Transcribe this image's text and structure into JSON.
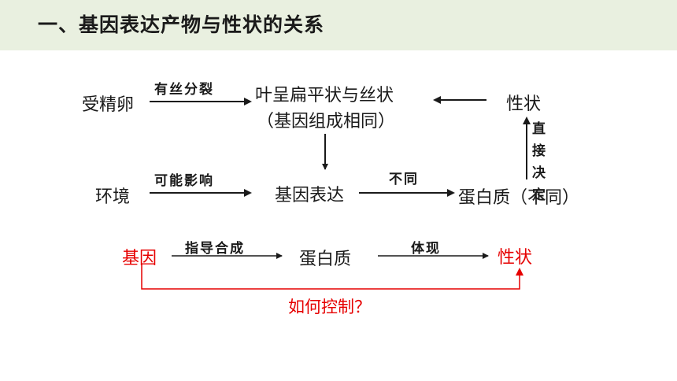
{
  "header": {
    "title": "一、基因表达产物与性状的关系",
    "bg_color": "#e9f0e0"
  },
  "diagram": {
    "nodes": {
      "fertilized_egg": "受精卵",
      "leaf_shapes": "叶呈扁平状与丝状",
      "same_genes": "（基因组成相同）",
      "trait_top": "性状",
      "environment": "环境",
      "gene_expression": "基因表达",
      "protein_different": "蛋白质（不同）"
    },
    "edges": {
      "mitosis": "有丝分裂",
      "may_influence": "可能影响",
      "different": "不同",
      "direct_determine": "直接决定"
    },
    "pathway": {
      "gene": "基因",
      "guide_synthesis": "指导合成",
      "protein": "蛋白质",
      "manifest": "体现",
      "trait": "性状"
    },
    "question": "如何控制？",
    "accent_color": "#e60000"
  }
}
